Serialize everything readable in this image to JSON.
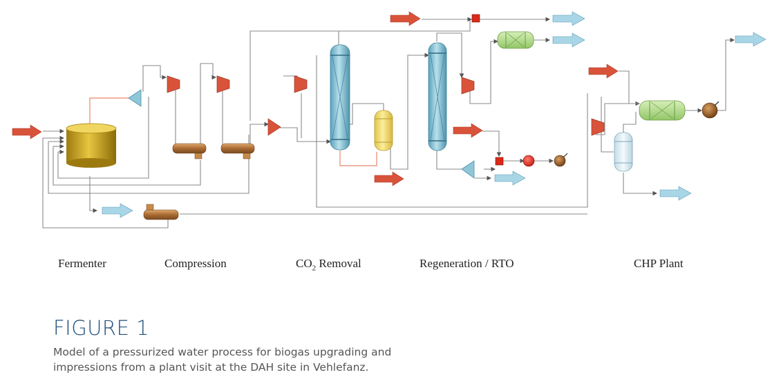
{
  "sections": {
    "fermenter": "Fermenter",
    "compression": "Compression",
    "co2_prefix": "CO",
    "co2_sub": "2",
    "co2_suffix": " Removal",
    "regeneration": "Regeneration / RTO",
    "chp": "CHP Plant"
  },
  "figure": {
    "number": "FIGURE 1",
    "caption_line1": "Model of a pressurized water process for biogas upgrading and",
    "caption_line2": "impressions from a plant visit at the DAH site in Vehlefanz."
  },
  "colors": {
    "feed_arrow": "#d9533a",
    "product_arrow": "#a9d6e6",
    "fermenter": "#c9a21e",
    "compressor": "#d9533a",
    "cooler": "#b5793f",
    "column": "#8fc7d8",
    "flash_vessel": "#f2dc6a",
    "catalytic_bed": "#b6dd8e",
    "separator": "#dcecf4",
    "line": "#8a8a8a"
  }
}
